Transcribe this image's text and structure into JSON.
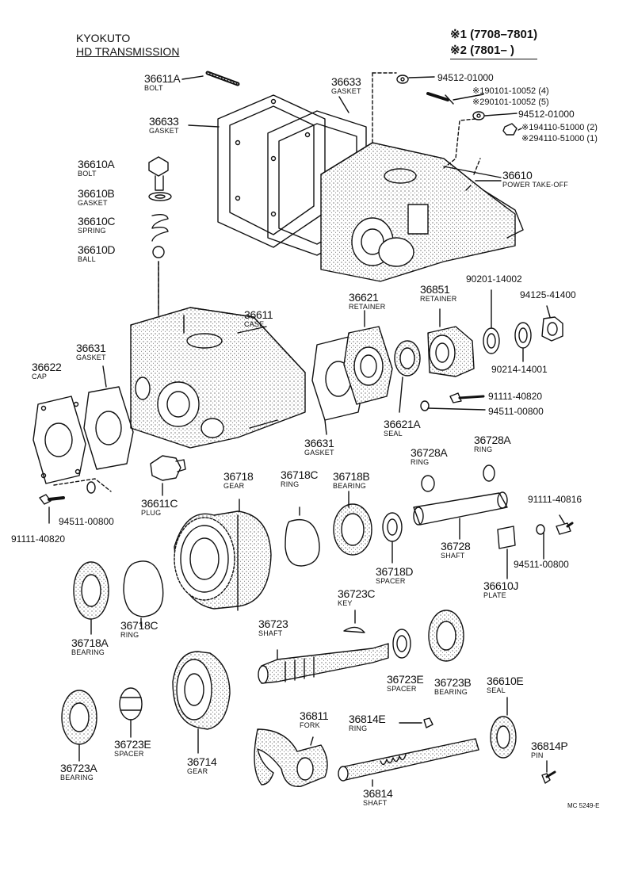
{
  "header": {
    "title_line1": "KYOKUTO",
    "title_line2": "HD TRANSMISSION",
    "code_line1": "※1 (7708–7801)",
    "code_line2": "※2 (7801–        )"
  },
  "parts": {
    "p36611A": {
      "num": "36611A",
      "name": "BOLT"
    },
    "p36633a": {
      "num": "36633",
      "name": "GASKET"
    },
    "p36633b": {
      "num": "36633",
      "name": "GASKET"
    },
    "p36610A": {
      "num": "36610A",
      "name": "BOLT"
    },
    "p36610B": {
      "num": "36610B",
      "name": "GASKET"
    },
    "p36610C": {
      "num": "36610C",
      "name": "SPRING"
    },
    "p36610D": {
      "num": "36610D",
      "name": "BALL"
    },
    "p36610": {
      "num": "36610",
      "name": "POWER TAKE-OFF"
    },
    "p36611": {
      "num": "36611",
      "name": "CASE"
    },
    "p36621": {
      "num": "36621",
      "name": "RETAINER"
    },
    "p36851": {
      "num": "36851",
      "name": "RETAINER"
    },
    "p36622": {
      "num": "36622",
      "name": "CAP"
    },
    "p36631a": {
      "num": "36631",
      "name": "GASKET"
    },
    "p36631b": {
      "num": "36631",
      "name": "GASKET"
    },
    "p36621A": {
      "num": "36621A",
      "name": "SEAL"
    },
    "p36611C": {
      "num": "36611C",
      "name": "PLUG"
    },
    "p36718": {
      "num": "36718",
      "name": "GEAR"
    },
    "p36718Ca": {
      "num": "36718C",
      "name": "RING"
    },
    "p36718B": {
      "num": "36718B",
      "name": "BEARING"
    },
    "p36728Aa": {
      "num": "36728A",
      "name": "RING"
    },
    "p36728Ab": {
      "num": "36728A",
      "name": "RING"
    },
    "p36728": {
      "num": "36728",
      "name": "SHAFT"
    },
    "p36718D": {
      "num": "36718D",
      "name": "SPACER"
    },
    "p36610J": {
      "num": "36610J",
      "name": "PLATE"
    },
    "p36718A": {
      "num": "36718A",
      "name": "BEARING"
    },
    "p36718Cb": {
      "num": "36718C",
      "name": "RING"
    },
    "p36723C": {
      "num": "36723C",
      "name": "KEY"
    },
    "p36723": {
      "num": "36723",
      "name": "SHAFT"
    },
    "p36723Ea": {
      "num": "36723E",
      "name": "SPACER"
    },
    "p36723B": {
      "num": "36723B",
      "name": "BEARING"
    },
    "p36610E": {
      "num": "36610E",
      "name": "SEAL"
    },
    "p36723A": {
      "num": "36723A",
      "name": "BEARING"
    },
    "p36723Eb": {
      "num": "36723E",
      "name": "SPACER"
    },
    "p36714": {
      "num": "36714",
      "name": "GEAR"
    },
    "p36811": {
      "num": "36811",
      "name": "FORK"
    },
    "p36814E": {
      "num": "36814E",
      "name": "RING"
    },
    "p36814": {
      "num": "36814",
      "name": "SHAFT"
    },
    "p36814P": {
      "num": "36814P",
      "name": "PIN"
    }
  },
  "refs": {
    "r94512a": "94512-01000",
    "r90101a": "※190101-10052 (4)",
    "r90101b": "※290101-10052 (5)",
    "r94512b": "94512-01000",
    "r94110a": "※194110-51000 (2)",
    "r94110b": "※294110-51000 (1)",
    "r90201": "90201-14002",
    "r94125": "94125-41400",
    "r90214": "90214-14001",
    "r91111a": "91111-40820",
    "r94511a": "94511-00800",
    "r94511b": "94511-00800",
    "r91111b": "91111-40820",
    "r91111c": "91111-40816",
    "r94511c": "94511-00800"
  },
  "drawing_code": "MC 5249-E"
}
